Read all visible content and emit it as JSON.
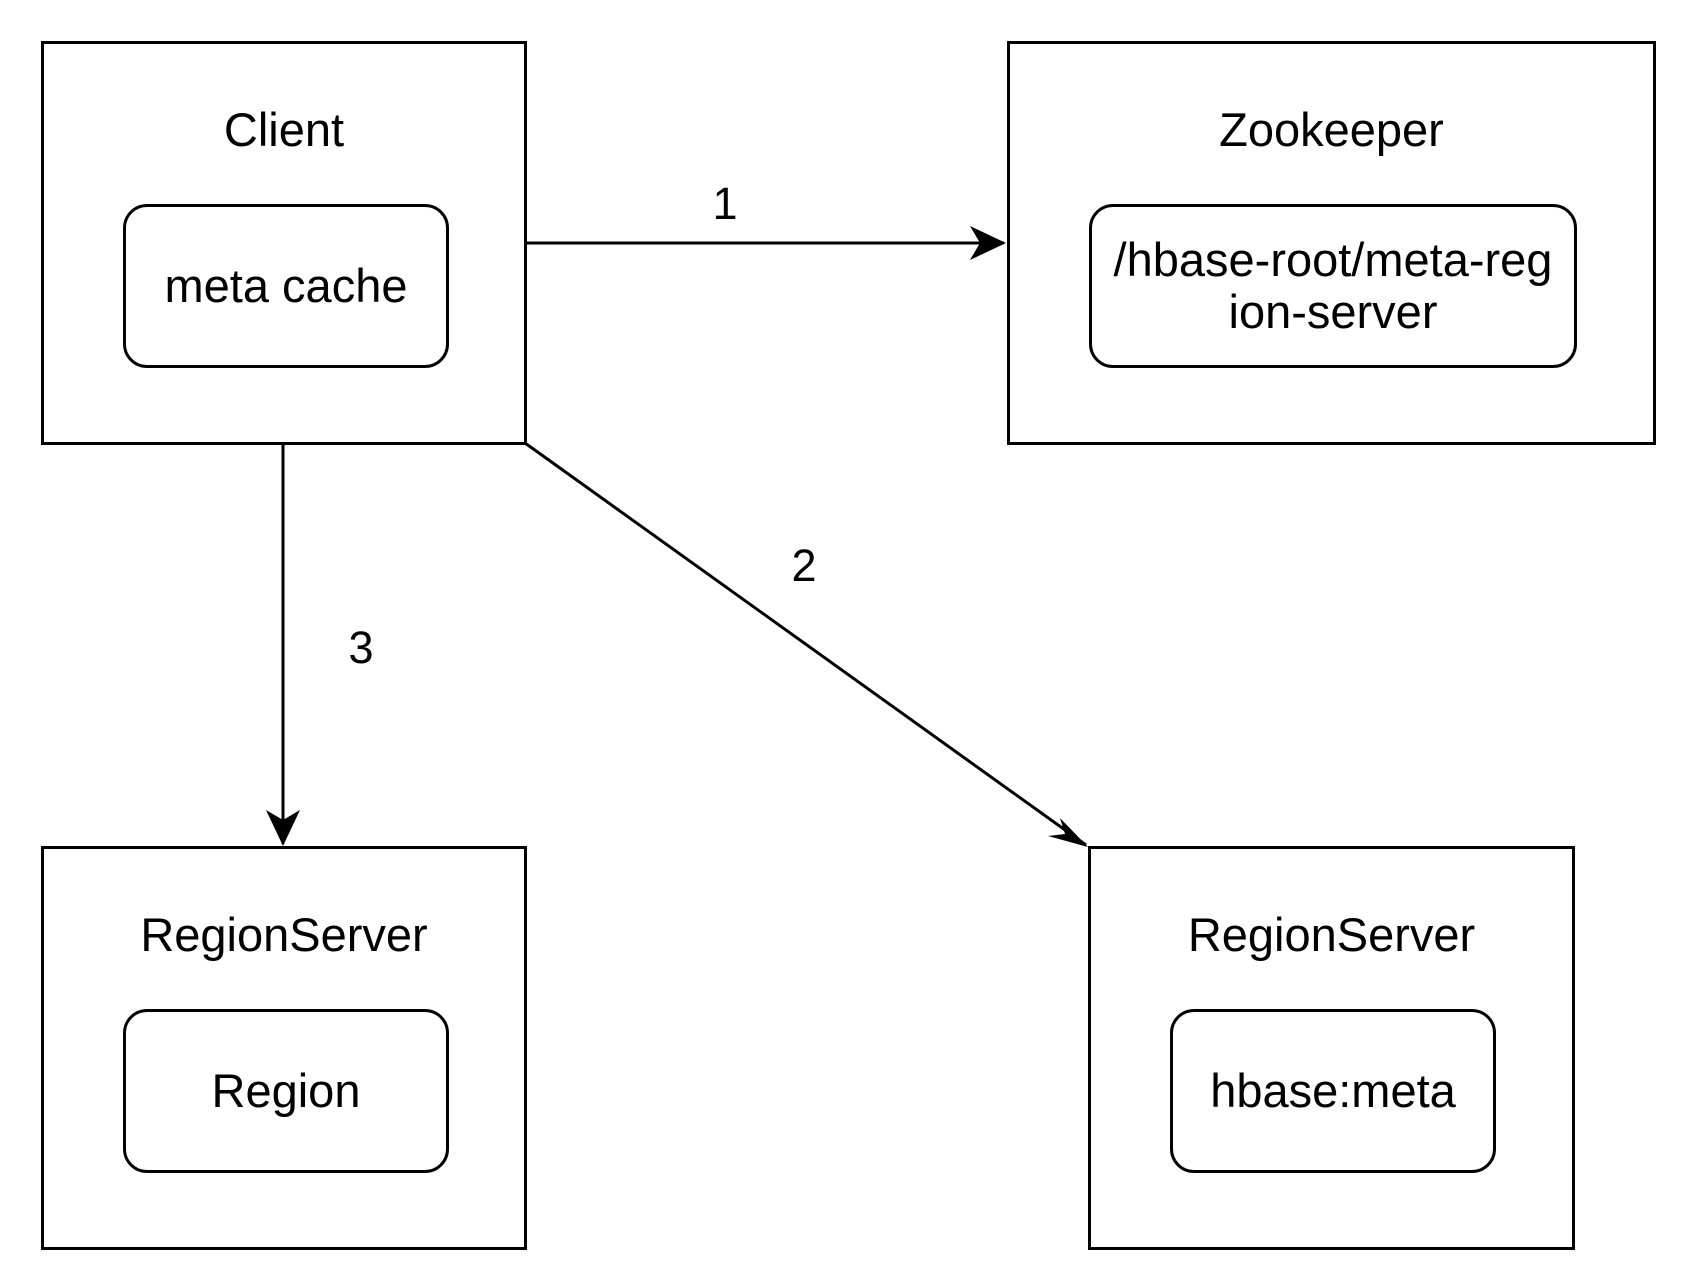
{
  "nodes": {
    "client": {
      "title": "Client",
      "inner": "meta cache"
    },
    "zookeeper": {
      "title": "Zookeeper",
      "inner": "/hbase-root/meta-region-server"
    },
    "regionserver_left": {
      "title": "RegionServer",
      "inner": "Region"
    },
    "regionserver_right": {
      "title": "RegionServer",
      "inner": "hbase:meta"
    }
  },
  "edges": [
    {
      "from": "Client",
      "to": "Zookeeper",
      "label": "1"
    },
    {
      "from": "Client",
      "to": "RegionServer (hbase:meta)",
      "label": "2"
    },
    {
      "from": "Client",
      "to": "RegionServer (Region)",
      "label": "3"
    }
  ],
  "colors": {
    "stroke": "#000000",
    "background": "#ffffff"
  }
}
